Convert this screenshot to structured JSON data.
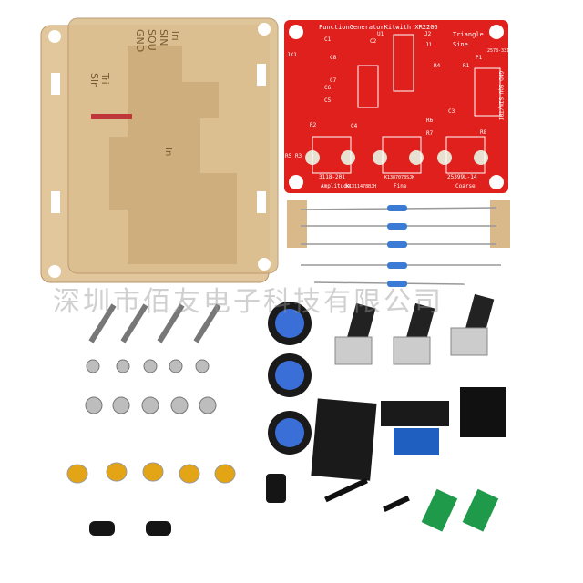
{
  "watermark": "深圳市佰友电子科技有限公司",
  "pcb": {
    "title": "FunctionGeneratorKitwith XR2206",
    "j2_label": "Triangle",
    "j1_label": "Sine",
    "code": "2578-331",
    "pot1": "3118-201",
    "pot2": "K1387078SJK",
    "pot3": "25399L-14",
    "amplitude": "Amplitude",
    "amp_code": "K1311478BJH",
    "fine": "Fine",
    "coarse": "Coarse",
    "p1_labels": "GND SQU SIN/TRI",
    "refs": [
      "C1",
      "C2",
      "U1",
      "J2",
      "J1",
      "JK1",
      "C8",
      "C7",
      "C6",
      "C5",
      "R4",
      "R1",
      "P1",
      "C3",
      "R6",
      "R2",
      "C4",
      "R7",
      "R8",
      "R5",
      "R3"
    ]
  },
  "acrylic": {
    "labels": [
      "GND",
      "SQU",
      "SIN",
      "Tri",
      "Tri",
      "Sin",
      "In"
    ]
  },
  "colors": {
    "pcb": "#e0201c",
    "acrylic": "#d9b98a",
    "knob": "#3a6fd8",
    "terminal": "#1f5fbf",
    "jumper": "#1f9a4a",
    "capacitor": "#e3a516"
  }
}
